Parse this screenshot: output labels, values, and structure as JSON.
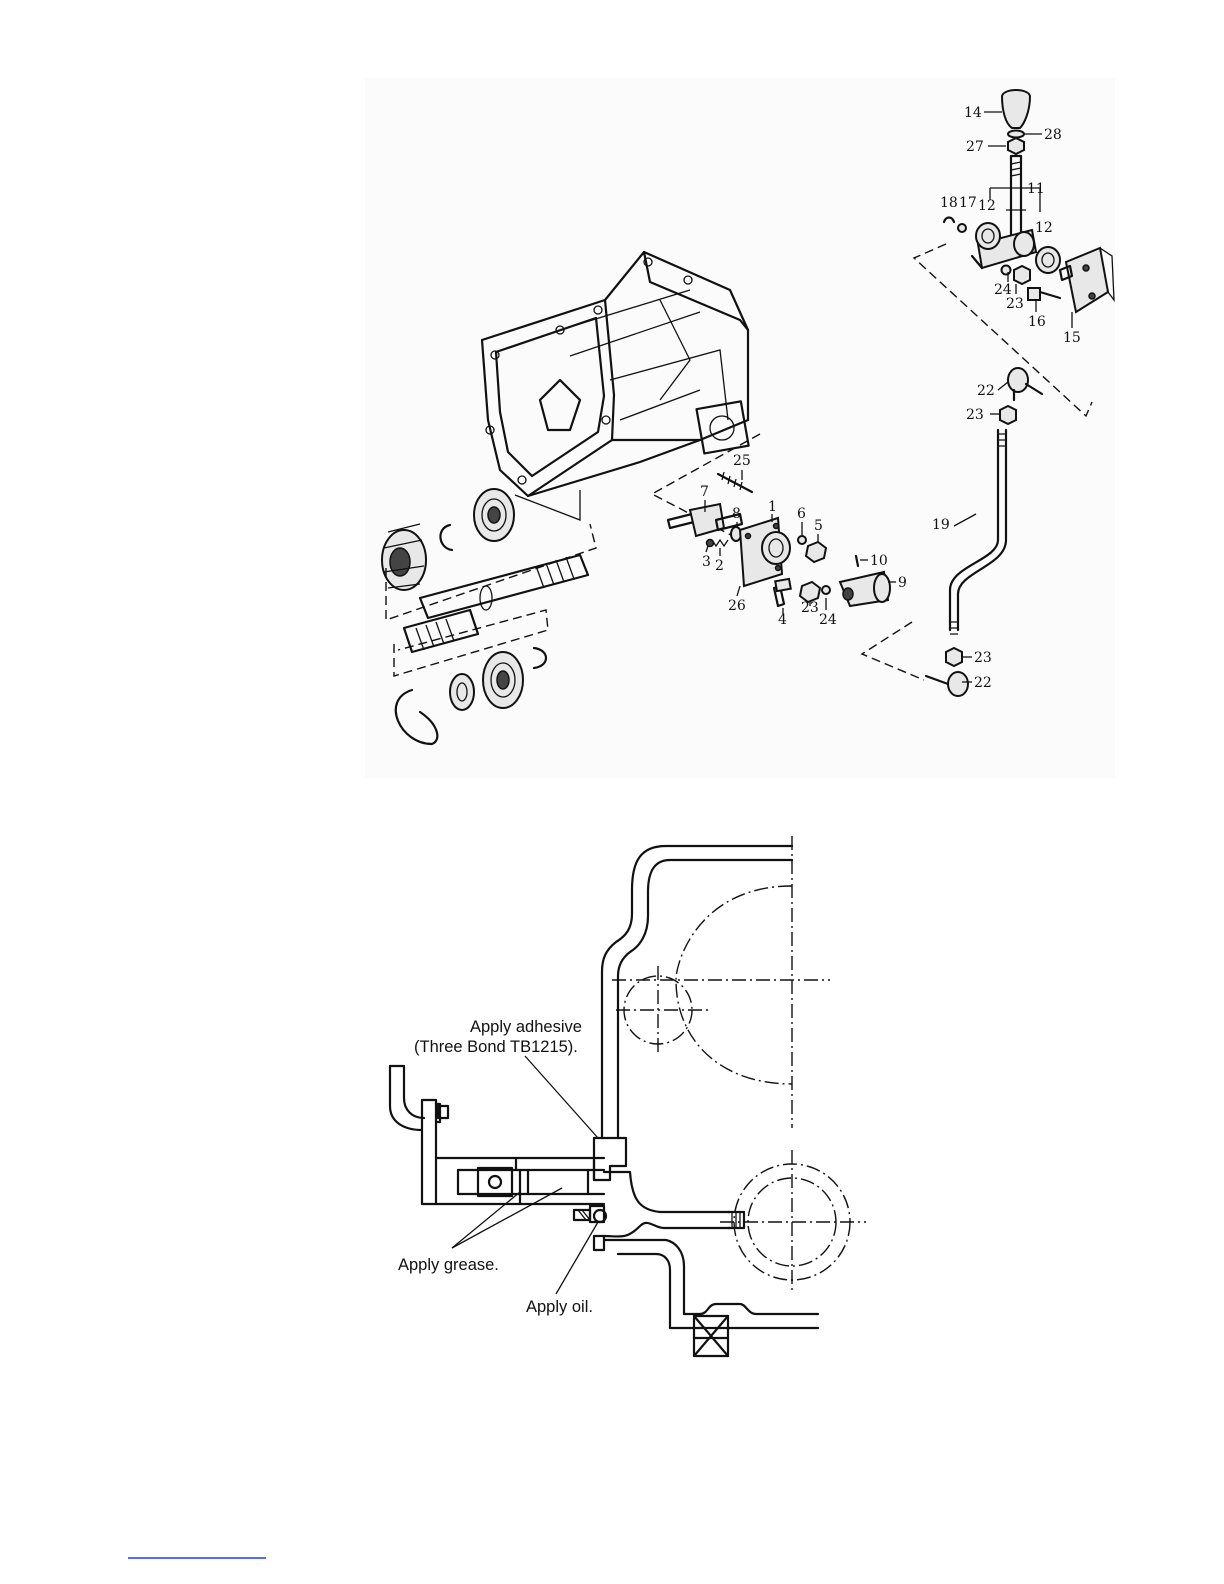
{
  "exploded_view": {
    "callouts": [
      {
        "id": "c14",
        "text": "14"
      },
      {
        "id": "c28",
        "text": "28"
      },
      {
        "id": "c27",
        "text": "27"
      },
      {
        "id": "c11",
        "text": "11"
      },
      {
        "id": "c18",
        "text": "18"
      },
      {
        "id": "c17",
        "text": "17"
      },
      {
        "id": "c12a",
        "text": "12"
      },
      {
        "id": "c12b",
        "text": "12"
      },
      {
        "id": "c24a",
        "text": "24"
      },
      {
        "id": "c23a",
        "text": "23"
      },
      {
        "id": "c16",
        "text": "16"
      },
      {
        "id": "c15",
        "text": "15"
      },
      {
        "id": "c22a",
        "text": "22"
      },
      {
        "id": "c23b",
        "text": "23"
      },
      {
        "id": "c25",
        "text": "25"
      },
      {
        "id": "c7",
        "text": "7"
      },
      {
        "id": "c1",
        "text": "1"
      },
      {
        "id": "c6",
        "text": "6"
      },
      {
        "id": "c5",
        "text": "5"
      },
      {
        "id": "c8",
        "text": "8"
      },
      {
        "id": "c3",
        "text": "3"
      },
      {
        "id": "c2",
        "text": "2"
      },
      {
        "id": "c10",
        "text": "10"
      },
      {
        "id": "c9",
        "text": "9"
      },
      {
        "id": "c26",
        "text": "26"
      },
      {
        "id": "c4",
        "text": "4"
      },
      {
        "id": "c23c",
        "text": "23"
      },
      {
        "id": "c24b",
        "text": "24"
      },
      {
        "id": "c19",
        "text": "19"
      },
      {
        "id": "c23d",
        "text": "23"
      },
      {
        "id": "c22b",
        "text": "22"
      }
    ]
  },
  "section_view": {
    "notes": {
      "adhesive_line1": "Apply adhesive",
      "adhesive_line2": "(Three Bond TB1215).",
      "grease": "Apply grease.",
      "oil": "Apply oil."
    }
  }
}
